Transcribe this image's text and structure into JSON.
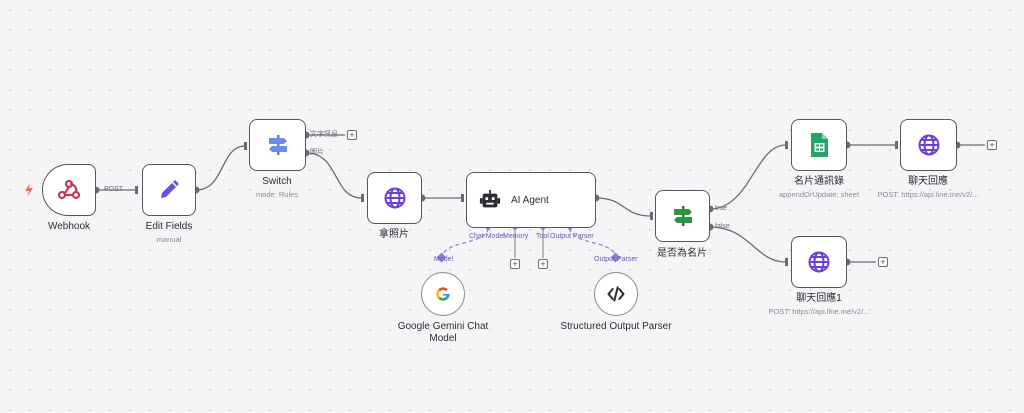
{
  "canvas": {
    "accent_purple": "#6b5fd0",
    "connector_purple": "#8b7fd4",
    "edge_gray": "#6b6b72"
  },
  "nodes": {
    "webhook": {
      "title": "Webhook",
      "icon": "webhook-icon",
      "output_label": "POST"
    },
    "edit_fields": {
      "title": "Edit Fields",
      "subtitle": "manual",
      "icon": "pencil-icon"
    },
    "switch": {
      "title": "Switch",
      "subtitle": "mode: Rules",
      "icon": "signpost-icon",
      "outputs": [
        "文字訊息",
        "圖片"
      ]
    },
    "get_photo": {
      "title": "拿照片",
      "icon": "globe-icon"
    },
    "ai_agent": {
      "title": "AI Agent",
      "icon": "robot-icon",
      "connectors": [
        "Chat Model",
        "Memory",
        "Tool",
        "Output Parser"
      ]
    },
    "is_card": {
      "title": "是否為名片",
      "icon": "signpost-icon",
      "outputs": [
        "true",
        "false"
      ]
    },
    "card_log": {
      "title": "名片通訊錄",
      "subtitle": "appendOrUpdate: sheet",
      "icon": "google-sheets-icon"
    },
    "chat_reply": {
      "title": "聊天回應",
      "subtitle": "POST: https://api.line.me/v2/...",
      "icon": "globe-icon"
    },
    "chat_reply1": {
      "title": "聊天回應1",
      "subtitle": "POST: https://api.line.me/v2/...",
      "icon": "globe-icon"
    },
    "gemini": {
      "title": "Google Gemini Chat Model",
      "input_label": "Model",
      "icon": "google-icon"
    },
    "output_parser": {
      "title": "Structured Output Parser",
      "input_label": "Output Parser",
      "icon": "code-icon"
    }
  },
  "plus_symbol": "+"
}
